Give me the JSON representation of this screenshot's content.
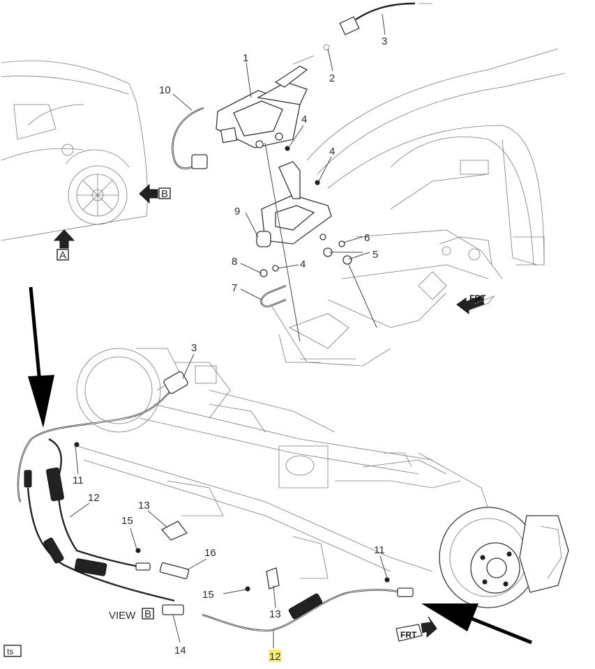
{
  "callouts": {
    "c1": "1",
    "c2": "2",
    "c3_top": "3",
    "c3_low": "3",
    "c4_a": "4",
    "c4_b": "4",
    "c4_c": "4",
    "c5": "5",
    "c6": "6",
    "c7": "7",
    "c8": "8",
    "c9": "9",
    "c10": "10",
    "c11_a": "11",
    "c11_b": "11",
    "c12_a": "12",
    "c12_b": "12",
    "c13_a": "13",
    "c13_b": "13",
    "c14": "14",
    "c15_a": "15",
    "c15_b": "15",
    "c16": "16"
  },
  "views": {
    "view_a_letter": "A",
    "view_b_letter": "B",
    "view_b_caption_prefix": "VIEW",
    "view_b_caption_letter": "B"
  },
  "frt_top": "FRT",
  "frt_bottom": "FRT",
  "corner_tag": "ts",
  "colors": {
    "highlight": "#f3ee73",
    "ink": "#222222"
  }
}
